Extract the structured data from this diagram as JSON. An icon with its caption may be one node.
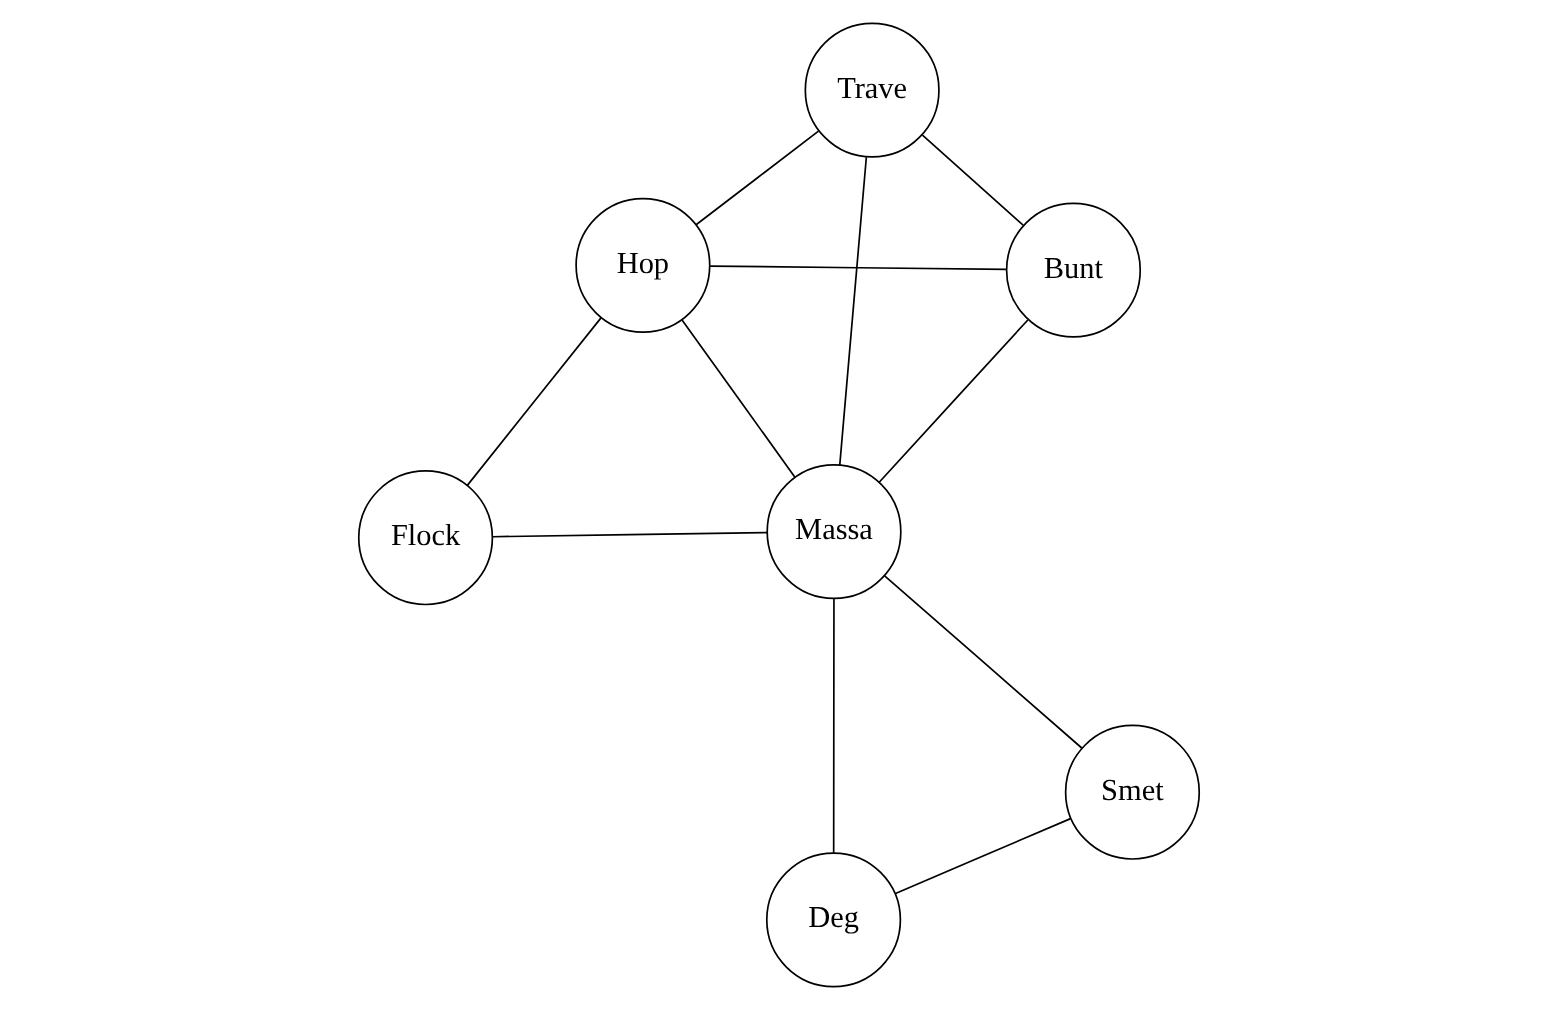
{
  "diagram": {
    "nodes": [
      {
        "text": [
          "Hop"
        ]
      },
      {
        "text": [
          "Bunt"
        ]
      },
      {
        "text": [
          "Deg"
        ]
      },
      {
        "text": [
          "Massa"
        ]
      },
      {
        "text": [
          "Trave"
        ]
      },
      {
        "text": [
          "Smet"
        ]
      },
      {
        "text": [
          "Flock"
        ]
      }
    ],
    "edges": [
      {
        "from": 0,
        "to": 1,
        "arrow": "none"
      },
      {
        "from": 0,
        "to": 3,
        "arrow": "none"
      },
      {
        "from": 0,
        "to": 6,
        "arrow": "none"
      },
      {
        "from": 0,
        "to": 4,
        "arrow": "none"
      },
      {
        "from": 1,
        "to": 4,
        "arrow": "none"
      },
      {
        "from": 1,
        "to": 3,
        "arrow": "none"
      },
      {
        "from": 2,
        "to": 3,
        "arrow": "none"
      },
      {
        "from": 2,
        "to": 5,
        "arrow": "none"
      },
      {
        "from": 3,
        "to": 4,
        "arrow": "none"
      },
      {
        "from": 3,
        "to": 5,
        "arrow": "none"
      },
      {
        "from": 3,
        "to": 6,
        "arrow": "none"
      }
    ]
  }
}
